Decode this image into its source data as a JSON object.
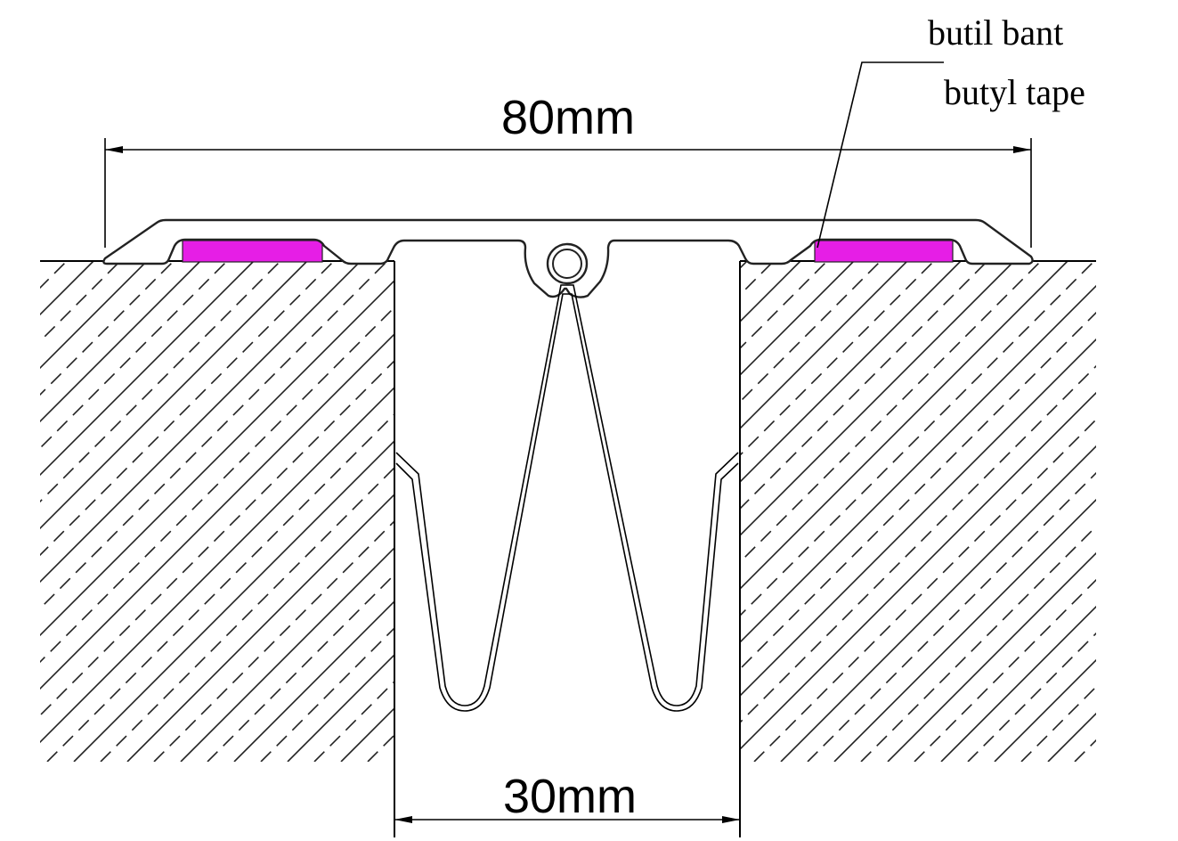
{
  "dimensions": {
    "overall_width_label": "80mm",
    "gap_width_label": "30mm"
  },
  "callout": {
    "line1": "butil bant",
    "line2": "butyl tape"
  },
  "colors": {
    "butyl_tape": "#e61ee6",
    "lines": "#000000",
    "background": "#ffffff"
  }
}
